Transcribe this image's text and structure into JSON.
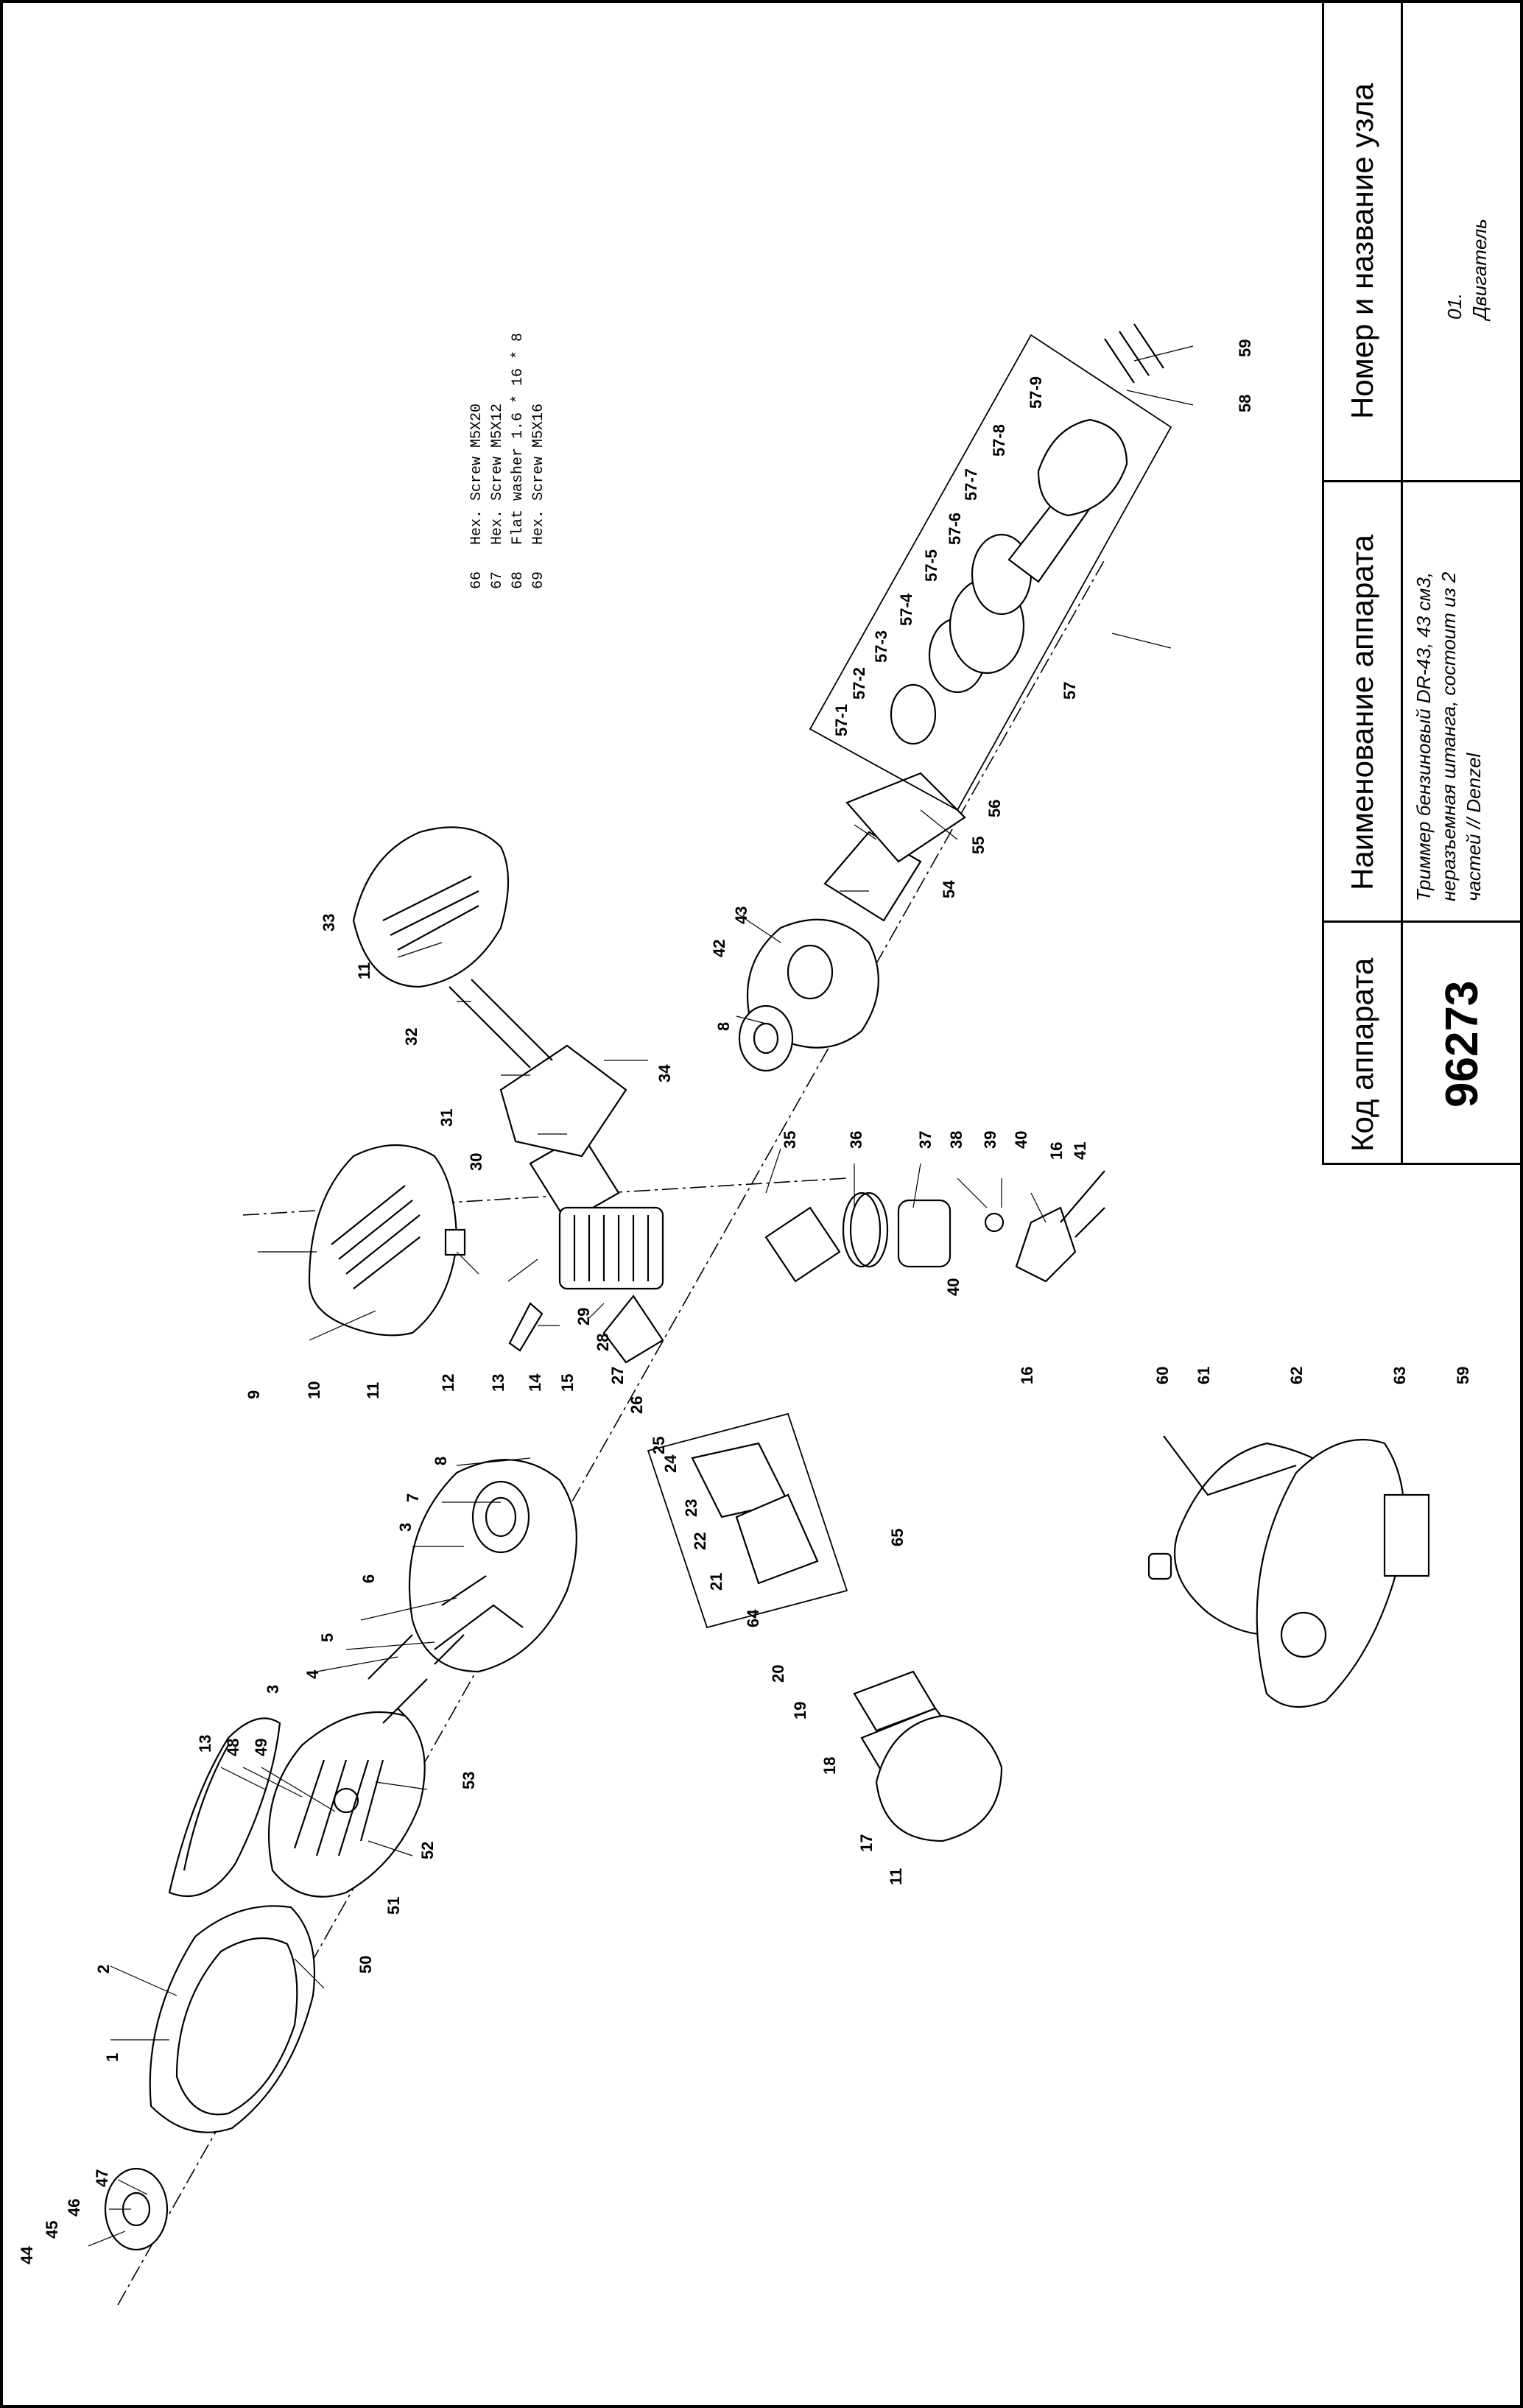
{
  "title_block": {
    "code_header": "Код аппарата",
    "code_value": "96273",
    "name_header": "Наименование аппарата",
    "name_value": "Триммер бензиновый DR-43, 43 см3, неразъемная штанга, состоит из 2 частей // Denzel",
    "unit_header": "Номер и название узла",
    "unit_value": "01. Двигатель"
  },
  "legend": [
    {
      "num": "66",
      "desc": "Hex. Screw M5X20"
    },
    {
      "num": "67",
      "desc": "Hex. Screw M5X12"
    },
    {
      "num": "68",
      "desc": "Flat washer 1.6 * 16 * 8"
    },
    {
      "num": "69",
      "desc": "Hex. Screw M5X16"
    }
  ],
  "callouts": [
    "1",
    "2",
    "3",
    "4",
    "5",
    "6",
    "7",
    "8",
    "9",
    "10",
    "11",
    "12",
    "13",
    "14",
    "15",
    "16",
    "17",
    "18",
    "19",
    "20",
    "21",
    "22",
    "23",
    "24",
    "25",
    "26",
    "27",
    "28",
    "29",
    "30",
    "31",
    "32",
    "33",
    "34",
    "35",
    "36",
    "37",
    "38",
    "39",
    "40",
    "41",
    "42",
    "43",
    "44",
    "45",
    "46",
    "47",
    "48",
    "49",
    "50",
    "51",
    "52",
    "53",
    "54",
    "55",
    "56",
    "57",
    "57-1",
    "57-2",
    "57-3",
    "57-4",
    "57-5",
    "57-6",
    "57-7",
    "57-8",
    "57-9",
    "58",
    "59",
    "60",
    "61",
    "62",
    "63",
    "64",
    "65"
  ]
}
